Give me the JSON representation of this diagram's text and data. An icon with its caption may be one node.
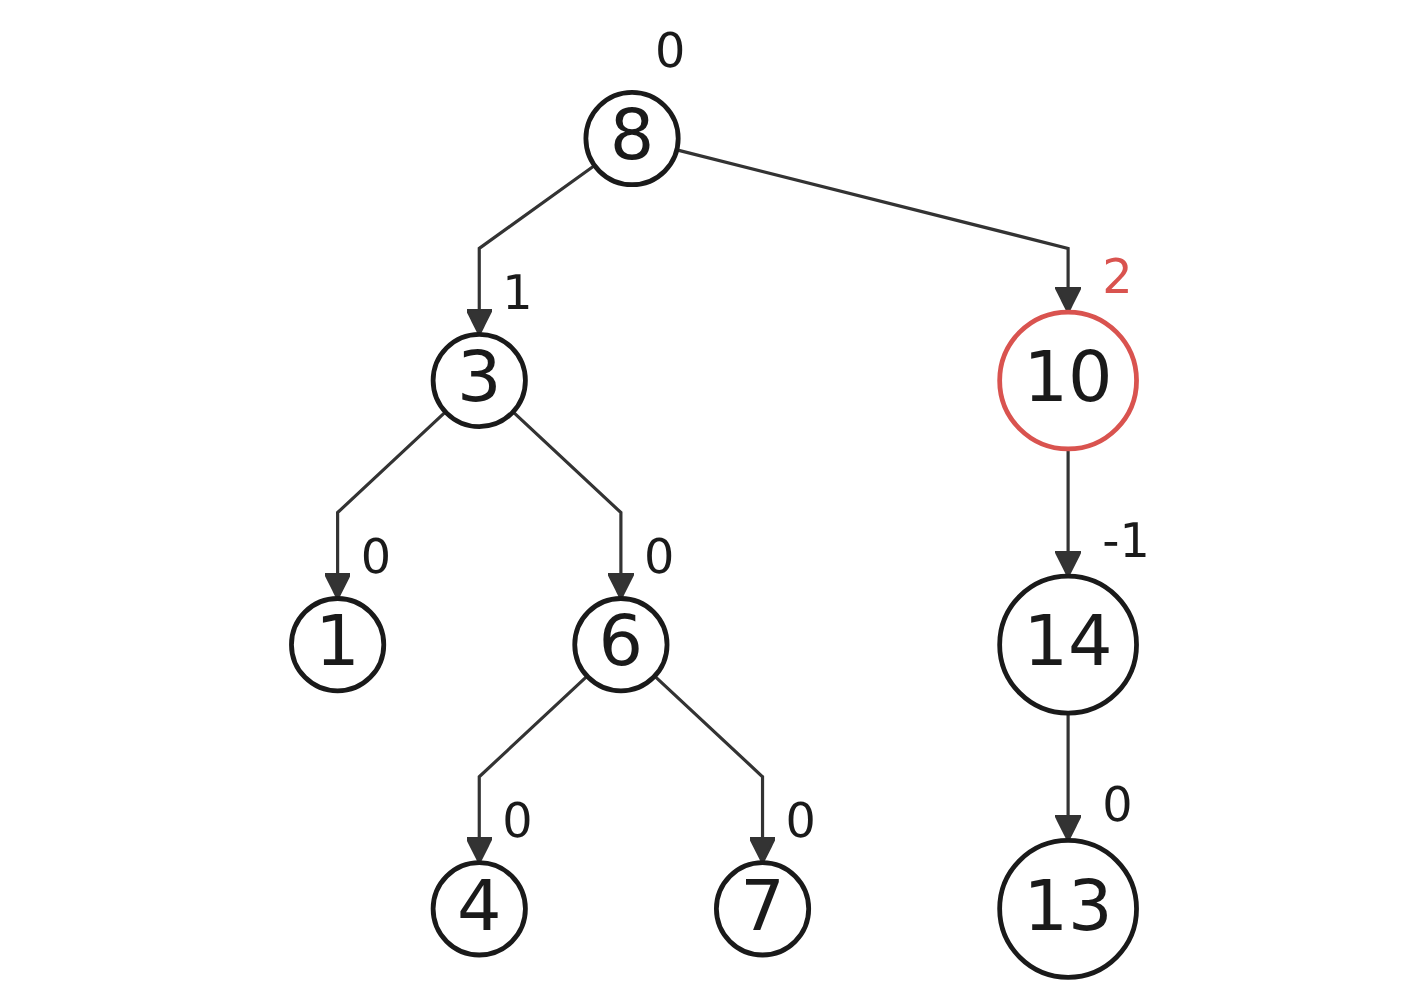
{
  "diagram": {
    "nodes": [
      {
        "text": [
          "8"
        ],
        "beside": [
          "0"
        ]
      },
      {
        "text": [
          "3"
        ],
        "beside": [
          "1"
        ]
      },
      {
        "text": [
          "10"
        ],
        "beside": [
          "2"
        ]
      },
      {
        "text": [
          "1"
        ],
        "beside": [
          "0"
        ]
      },
      {
        "text": [
          "6"
        ],
        "beside": [
          "0"
        ]
      },
      {
        "text": [
          "14"
        ],
        "beside": [
          "-1"
        ]
      },
      {
        "text": [
          "4"
        ],
        "beside": [
          "0"
        ]
      },
      {
        "text": [
          "7"
        ],
        "beside": [
          "0"
        ]
      },
      {
        "text": [
          "13"
        ],
        "beside": [
          "0"
        ]
      }
    ],
    "edges": [
      {
        "from": 0,
        "to": 1,
        "arrow": "to"
      },
      {
        "from": 0,
        "to": 2,
        "arrow": "to"
      },
      {
        "from": 1,
        "to": 3,
        "arrow": "to"
      },
      {
        "from": 1,
        "to": 4,
        "arrow": "to"
      },
      {
        "from": 2,
        "to": 5,
        "arrow": "to"
      },
      {
        "from": 4,
        "to": 6,
        "arrow": "to"
      },
      {
        "from": 4,
        "to": 7,
        "arrow": "to"
      },
      {
        "from": 5,
        "to": 8,
        "arrow": "to"
      }
    ]
  }
}
